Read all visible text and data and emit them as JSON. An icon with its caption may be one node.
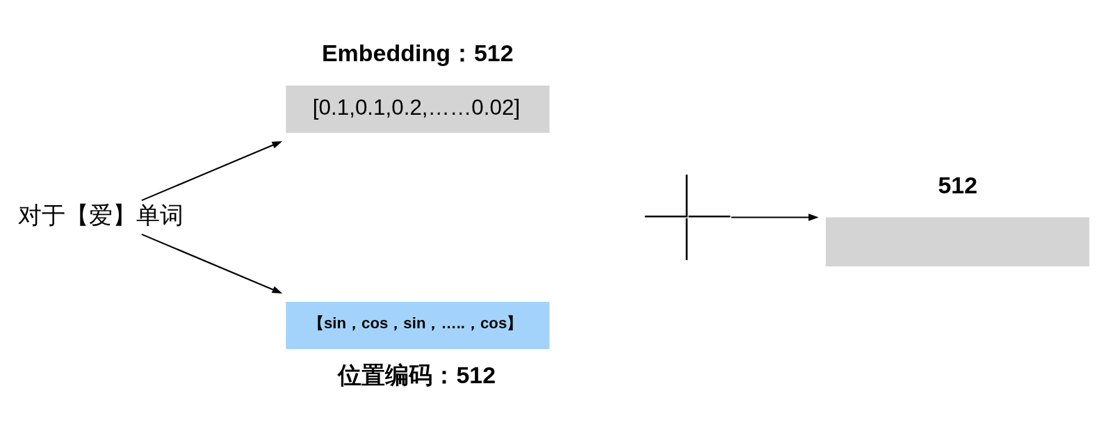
{
  "diagram": {
    "nodes": [
      {
        "text": [
          "对于【爱】单词"
        ]
      },
      {
        "text": [
          "Embedding：512",
          "[0.1,0.1,0.2,……0.02]"
        ]
      },
      {
        "text": [
          "【sin，cos，sin，…..，cos】",
          "位置编码：512"
        ]
      },
      {
        "text": [],
        "shape": "plus"
      },
      {
        "text": [
          "512"
        ]
      }
    ],
    "edges": [
      {
        "from": 0,
        "to": 1,
        "arrow": "to"
      },
      {
        "from": 0,
        "to": 2,
        "arrow": "to"
      },
      {
        "from": 3,
        "to": 4,
        "arrow": "to"
      }
    ]
  }
}
